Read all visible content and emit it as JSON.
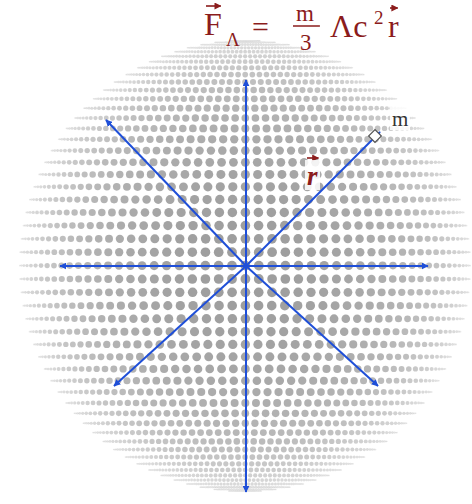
{
  "diagram": {
    "labels": [
      "F",
      "Λ",
      "=",
      "m",
      "3",
      "Λc",
      "2",
      "r",
      "r",
      "m"
    ]
  }
}
